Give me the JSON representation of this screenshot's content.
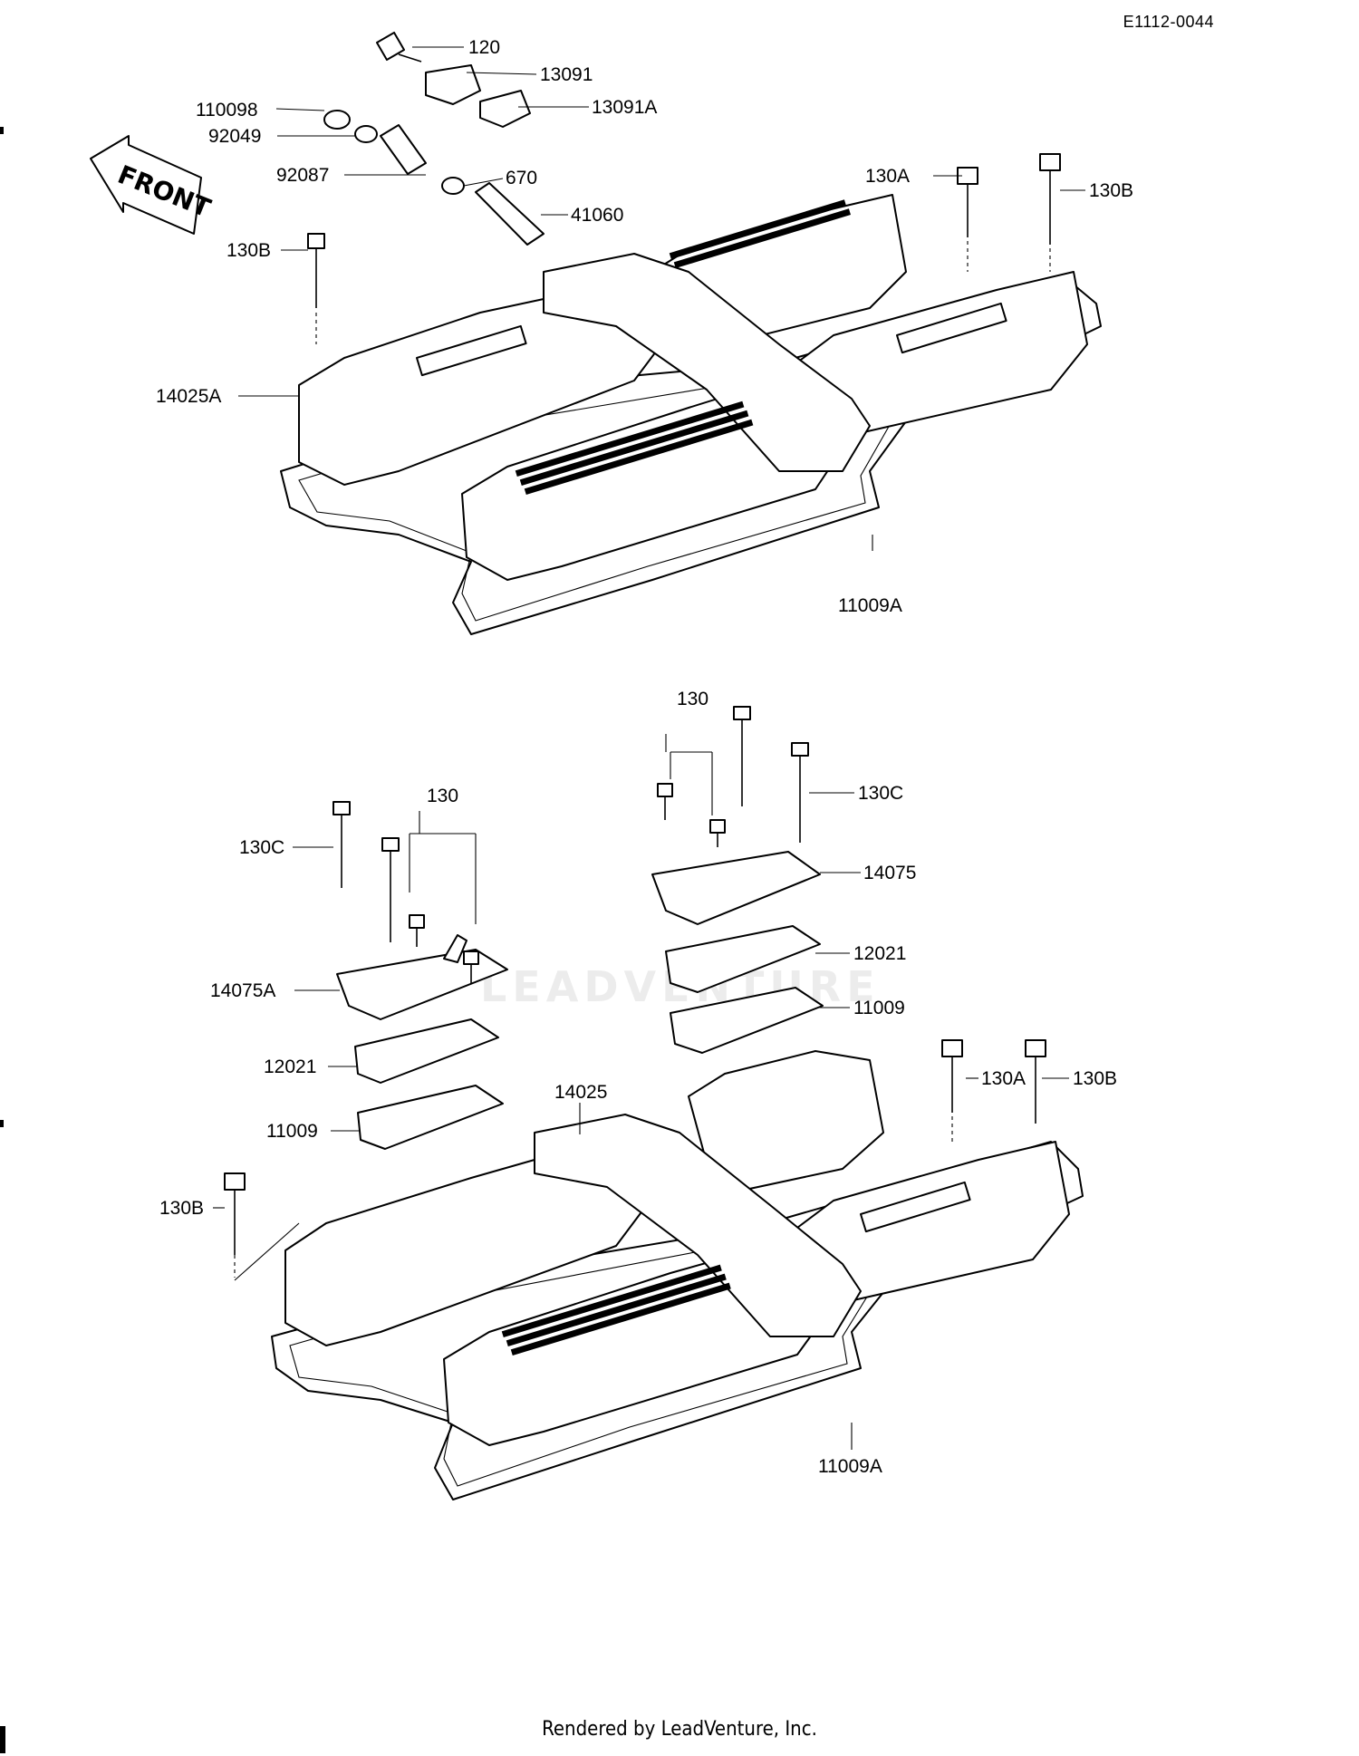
{
  "document_id": "E1112-0044",
  "footer": "Rendered by LeadVenture, Inc.",
  "watermark": "LEADVENTURE",
  "front_arrow_label": "FRONT",
  "upper_labels": {
    "p120": "120",
    "p13091": "13091",
    "p13091A": "13091A",
    "p110098": "110098",
    "p92049": "92049",
    "p92087": "92087",
    "p670": "670",
    "p41060": "41060",
    "p130A": "130A",
    "p130B_right": "130B",
    "p130B_left": "130B",
    "p14025A": "14025A",
    "p11009A": "11009A"
  },
  "lower_labels": {
    "p130_right": "130",
    "p130C_right": "130C",
    "p14075": "14075",
    "p12021_right": "12021",
    "p11009_right": "11009",
    "p130_left": "130",
    "p130C_left": "130C",
    "p14075A": "14075A",
    "p12021_left": "12021",
    "p11009_left": "11009",
    "p14025": "14025",
    "p130A": "130A",
    "p130B_right": "130B",
    "p130B_left": "130B",
    "p11009A": "11009A"
  }
}
